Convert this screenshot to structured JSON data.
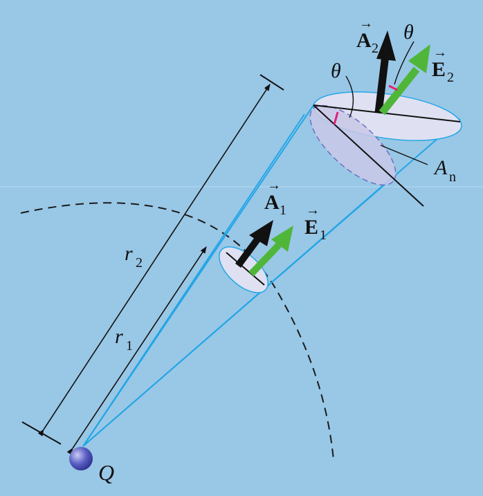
{
  "labels": {
    "A2": "A",
    "A2_sub": "2",
    "E2": "E",
    "E2_sub": "2",
    "A1": "A",
    "A1_sub": "1",
    "E1": "E",
    "E1_sub": "1",
    "theta_left": "θ",
    "theta_right": "θ",
    "An": "A",
    "An_sub": "n",
    "r1": "r",
    "r1_sub": "1",
    "r2": "r",
    "r2_sub": "2",
    "Q": "Q"
  },
  "colors": {
    "background": "#99c7e6",
    "cone_lines": "#22a6e6",
    "area_vector": "#1b1b1b",
    "field_vector": "#4fb63a",
    "disk_fill": "#dfe0f2",
    "angle_mark": "#e0207a",
    "charge": "#4a4fb8"
  }
}
